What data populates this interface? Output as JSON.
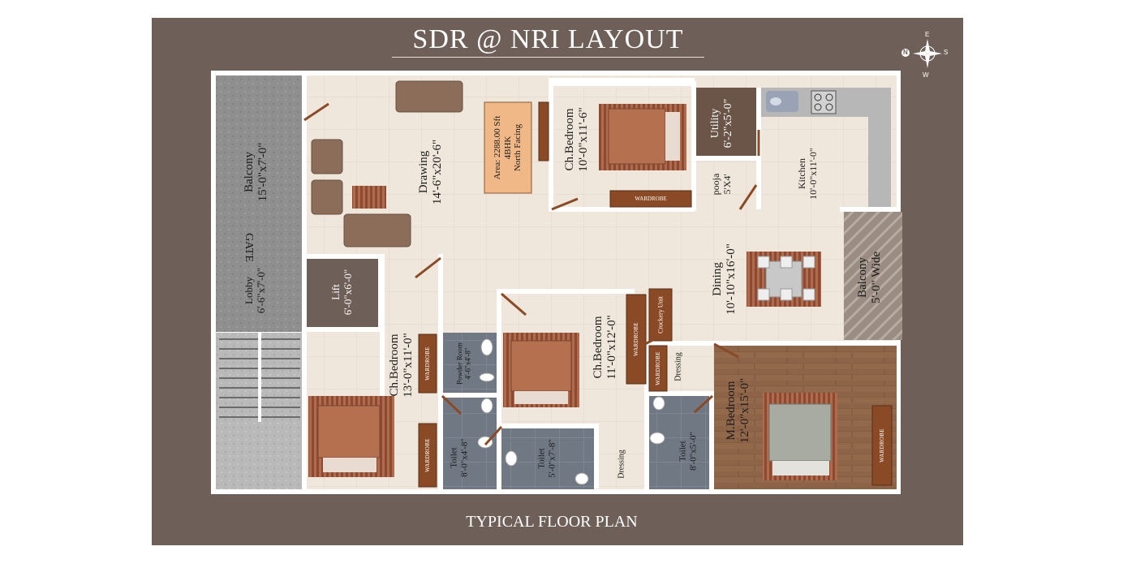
{
  "title": "SDR @ NRI LAYOUT",
  "footer": "TYPICAL FLOOR PLAN",
  "compass": {
    "icon": "compass-rose-icon",
    "n": "N",
    "e": "E",
    "s": "S",
    "w": "W"
  },
  "colors": {
    "frame": "#6e5f58",
    "floor_tile": "#efe7db",
    "balcony_granite": "#8e8e8e",
    "wood_floor": "#8d6448",
    "wardrobe": "#8a4a26",
    "toilet_tile": "#6f7883",
    "wall": "#ffffff",
    "area_box": "#f0b886"
  },
  "area_box": {
    "line1": "Area: 2288.00 Sft",
    "line2": "4BHK",
    "line3": "North Facing"
  },
  "rooms": {
    "balcony_left": {
      "name": "Balcony",
      "size": "15'-0\"x7'-0\""
    },
    "gate": "GATE",
    "lobby": {
      "name": "Lobby",
      "size": "6'-6\"x7'-0\""
    },
    "lift": {
      "name": "Lift",
      "size": "6'-0\"x6'-0\""
    },
    "drawing": {
      "name": "Drawing",
      "size": "14'-6\"x20'-6\""
    },
    "chbedroom_top": {
      "name": "Ch.Bedroom",
      "size": "10'-0\"x11'-6\""
    },
    "utility": {
      "name": "Utility",
      "size": "6'-2\"x5'-0\""
    },
    "pooja": {
      "name": "pooja",
      "size": "5'X4'"
    },
    "kitchen": {
      "name": "Kitchen",
      "size": "10'-0\"x11'-0\""
    },
    "dining": {
      "name": "Dining",
      "size": "10'-10\"x16'-0\""
    },
    "balcony_right": {
      "name": "Balcony",
      "size": "5'-0\" Wide"
    },
    "chbedroom_left": {
      "name": "Ch.Bedroom",
      "size": "13'-0\"x11'-0\""
    },
    "powder_room": {
      "name": "Powder Room",
      "size": "4'-6\"x4'-8\""
    },
    "chbedroom_mid": {
      "name": "Ch.Bedroom",
      "size": "11'-0\"x12'-0\""
    },
    "crockery_unit": "Crockery Unit",
    "dressing_1": "Dressing",
    "dressing_2": "Dressing",
    "mbedroom": {
      "name": "M.Bedroom",
      "size": "12'-0\"x15'-0\""
    },
    "toilet_1": {
      "name": "Toilet",
      "size": "8'-0\"x4'-8\""
    },
    "toilet_2": {
      "name": "Toilet",
      "size": "5'-0\"x7'-8\""
    },
    "toilet_3": {
      "name": "Toilet",
      "size": "8'-0\"x5'-0\""
    }
  },
  "wardrobe_label": "WARDROBE"
}
